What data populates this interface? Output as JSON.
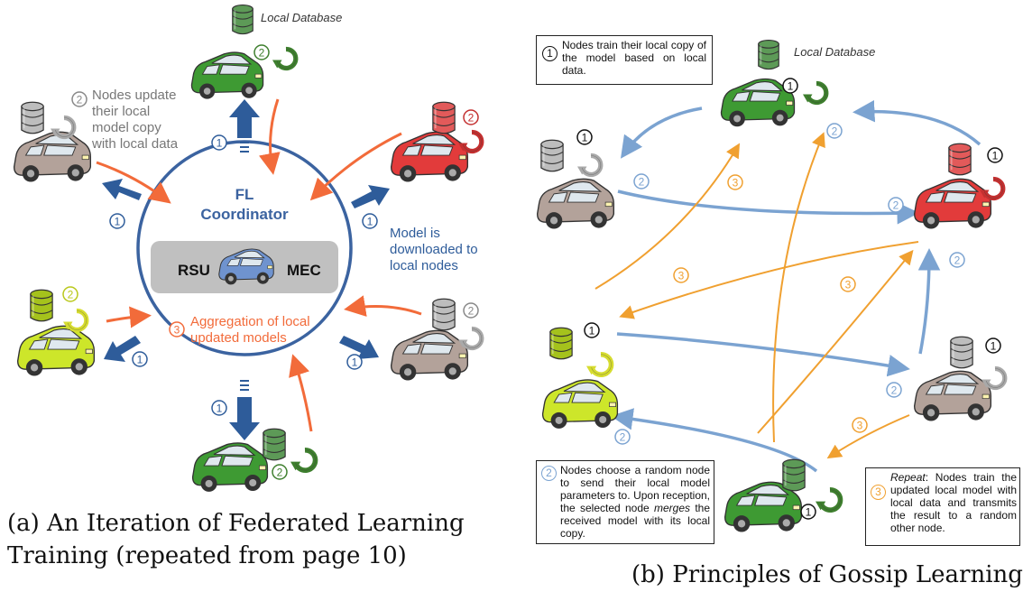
{
  "panel_a": {
    "caption_line1": "(a)  An  Iteration  of  Federated  Learning",
    "caption_line2": "Training (repeated from page 10)",
    "coordinator_line1": "FL",
    "coordinator_line2": "Coordinator",
    "rsu_label": "RSU",
    "mec_label": "MEC",
    "local_database_label": "Local Database",
    "step1_label_lines": [
      "Model is",
      "downloaded to",
      "local nodes"
    ],
    "step2_label_lines": [
      "Nodes update",
      "their local",
      "model copy",
      "with local data"
    ],
    "step3_label_lines": [
      "Aggregation of local",
      "updated models"
    ],
    "step_numbers": [
      "1",
      "2",
      "3"
    ]
  },
  "panel_b": {
    "caption": "(b) Principles of Gossip Learning",
    "local_database_label": "Local Database",
    "legend1_text": "Nodes train their local copy of the model based on local data.",
    "legend2_text_parts": [
      "Nodes choose a random node to send their local model parameters to. Upon reception, the selected node ",
      "merges",
      " the received model with its local copy."
    ],
    "legend3_text_parts": [
      "Repeat",
      ": Nodes train the updated local model with local data and transmits the result to a random other node."
    ],
    "step_numbers": [
      "1",
      "2",
      "3"
    ]
  },
  "colors": {
    "coordinator_blue": "#3b63a0",
    "download_arrow": "#2e5c9a",
    "update_arrow_orange": "#f26b3a",
    "gossip_blue": "#7ba3d1",
    "gossip_orange": "#f0a030",
    "car_green": "#3e9a33",
    "car_red": "#e23b3b",
    "car_lime": "#cde62a",
    "car_taupe": "#b3a29a",
    "car_blue": "#6f93cf",
    "gray_box": "#c0c0c0"
  }
}
